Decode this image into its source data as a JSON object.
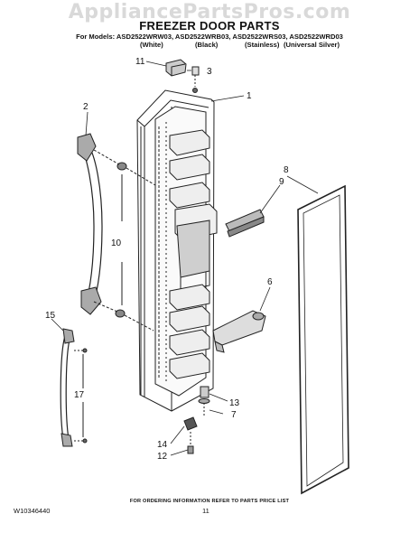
{
  "watermark": "AppliancePartsPros.com",
  "header": {
    "title": "FREEZER DOOR PARTS",
    "models": "For Models: ASD2522WRW03, ASD2522WRB03, ASD2522WRS03, ASD2522WRD03",
    "colors": [
      "(White)",
      "(Black)",
      "(Stainless)",
      "(Universal Silver)"
    ]
  },
  "callouts": [
    "1",
    "2",
    "3",
    "6",
    "7",
    "8",
    "9",
    "10",
    "11",
    "12",
    "13",
    "14",
    "15",
    "17"
  ],
  "footer": {
    "note": "FOR ORDERING INFORMATION REFER TO PARTS PRICE LIST",
    "doc_id": "W10346440",
    "page_number": "11"
  }
}
